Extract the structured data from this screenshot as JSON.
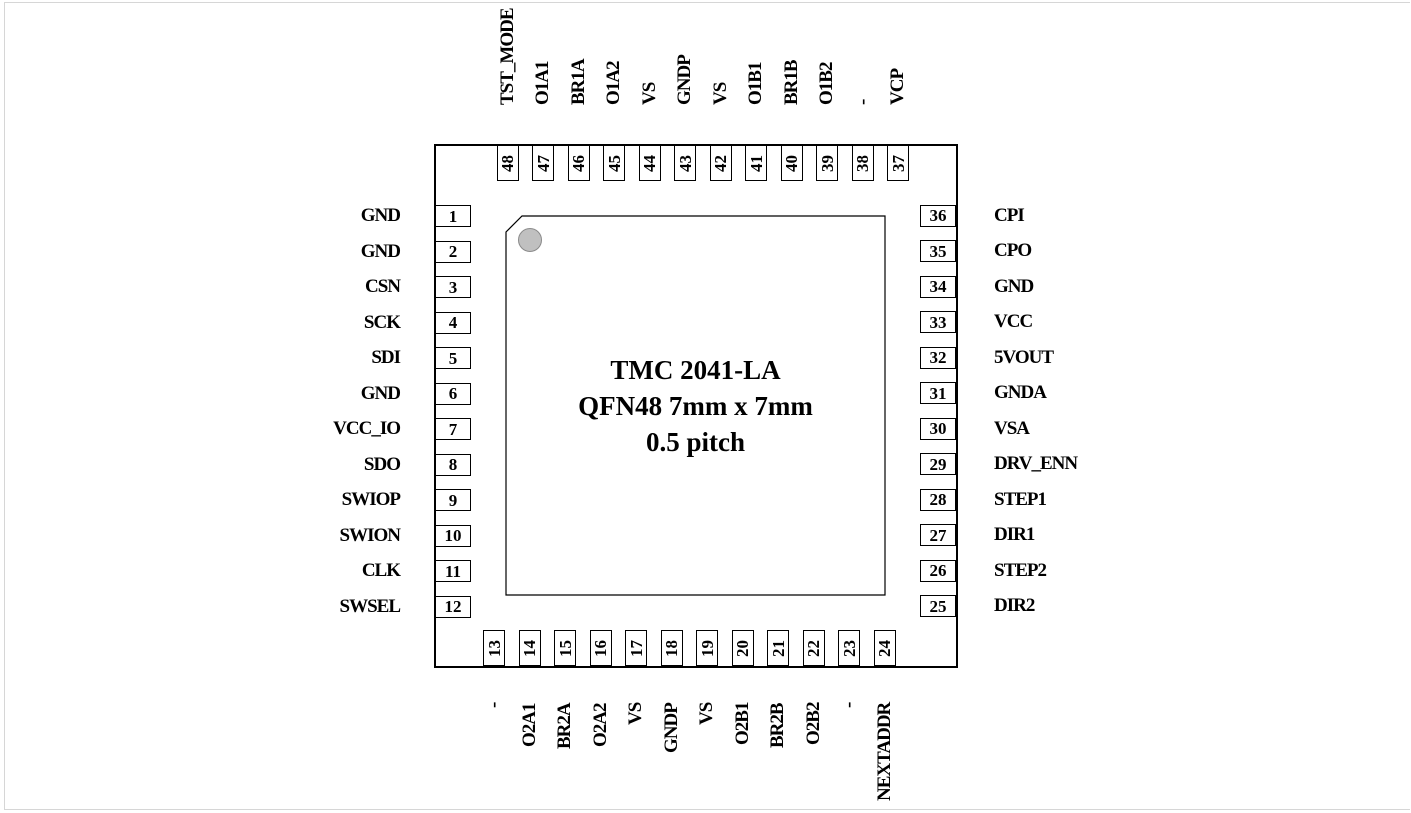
{
  "chip": {
    "line1": "TMC 2041-LA",
    "line2": "QFN48 7mm x 7mm",
    "line3": "0.5 pitch"
  },
  "colors": {
    "outline": "#000000",
    "pin1_dot": "#c0c0c0"
  },
  "pins": {
    "left": [
      {
        "num": "1",
        "name": "GND"
      },
      {
        "num": "2",
        "name": "GND"
      },
      {
        "num": "3",
        "name": "CSN"
      },
      {
        "num": "4",
        "name": "SCK"
      },
      {
        "num": "5",
        "name": "SDI"
      },
      {
        "num": "6",
        "name": "GND"
      },
      {
        "num": "7",
        "name": "VCC_IO"
      },
      {
        "num": "8",
        "name": "SDO"
      },
      {
        "num": "9",
        "name": "SWIOP"
      },
      {
        "num": "10",
        "name": "SWION"
      },
      {
        "num": "11",
        "name": "CLK"
      },
      {
        "num": "12",
        "name": "SWSEL"
      }
    ],
    "bottom": [
      {
        "num": "13",
        "name": "-"
      },
      {
        "num": "14",
        "name": "O2A1"
      },
      {
        "num": "15",
        "name": "BR2A"
      },
      {
        "num": "16",
        "name": "O2A2"
      },
      {
        "num": "17",
        "name": "VS"
      },
      {
        "num": "18",
        "name": "GNDP"
      },
      {
        "num": "19",
        "name": "VS"
      },
      {
        "num": "20",
        "name": "O2B1"
      },
      {
        "num": "21",
        "name": "BR2B"
      },
      {
        "num": "22",
        "name": "O2B2"
      },
      {
        "num": "23",
        "name": "-"
      },
      {
        "num": "24",
        "name": "NEXTADDR"
      }
    ],
    "right": [
      {
        "num": "25",
        "name": "DIR2"
      },
      {
        "num": "26",
        "name": "STEP2"
      },
      {
        "num": "27",
        "name": "DIR1"
      },
      {
        "num": "28",
        "name": "STEP1"
      },
      {
        "num": "29",
        "name": "DRV_ENN"
      },
      {
        "num": "30",
        "name": "VSA"
      },
      {
        "num": "31",
        "name": "GNDA"
      },
      {
        "num": "32",
        "name": "5VOUT"
      },
      {
        "num": "33",
        "name": "VCC"
      },
      {
        "num": "34",
        "name": "GND"
      },
      {
        "num": "35",
        "name": "CPO"
      },
      {
        "num": "36",
        "name": "CPI"
      }
    ],
    "top": [
      {
        "num": "37",
        "name": "VCP"
      },
      {
        "num": "38",
        "name": "-"
      },
      {
        "num": "39",
        "name": "O1B2"
      },
      {
        "num": "40",
        "name": "BR1B"
      },
      {
        "num": "41",
        "name": "O1B1"
      },
      {
        "num": "42",
        "name": "VS"
      },
      {
        "num": "43",
        "name": "GNDP"
      },
      {
        "num": "44",
        "name": "VS"
      },
      {
        "num": "45",
        "name": "O1A2"
      },
      {
        "num": "46",
        "name": "BR1A"
      },
      {
        "num": "47",
        "name": "O1A1"
      },
      {
        "num": "48",
        "name": "TST_MODE"
      }
    ]
  }
}
